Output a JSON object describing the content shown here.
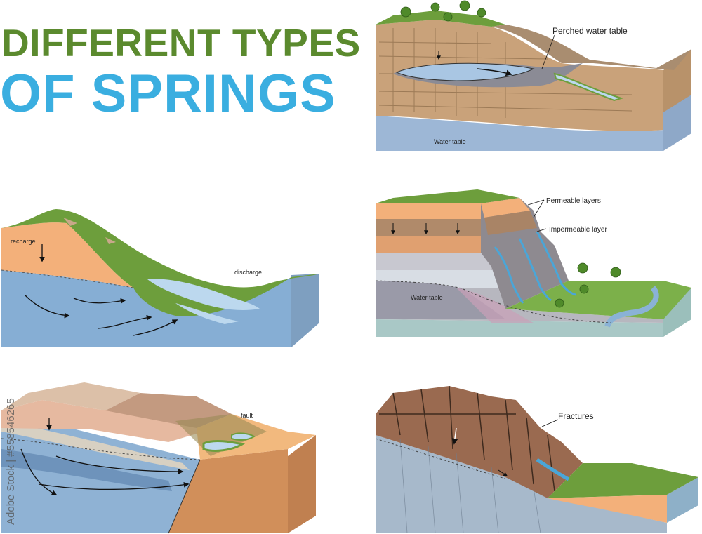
{
  "title": {
    "line1": "DIFFERENT TYPES",
    "line2": "OF SPRINGS",
    "line1_color": "#5b8a2e",
    "line2_color": "#3aaee0"
  },
  "labels": {
    "perched": "Perched water table",
    "water_table_1": "Water table",
    "recharge": "recharge",
    "discharge": "discharge",
    "permeable": "Permeable layers",
    "impermeable": "Impermeable layer",
    "water_table_2": "Water table",
    "fault": "fault",
    "fractures": "Fractures"
  },
  "watermark": "Adobe Stock | #558546265",
  "colors": {
    "grass": "#6d9e3c",
    "water": "#86aed4",
    "soil": "#c9a27a",
    "stream": "#4aa6d8"
  }
}
